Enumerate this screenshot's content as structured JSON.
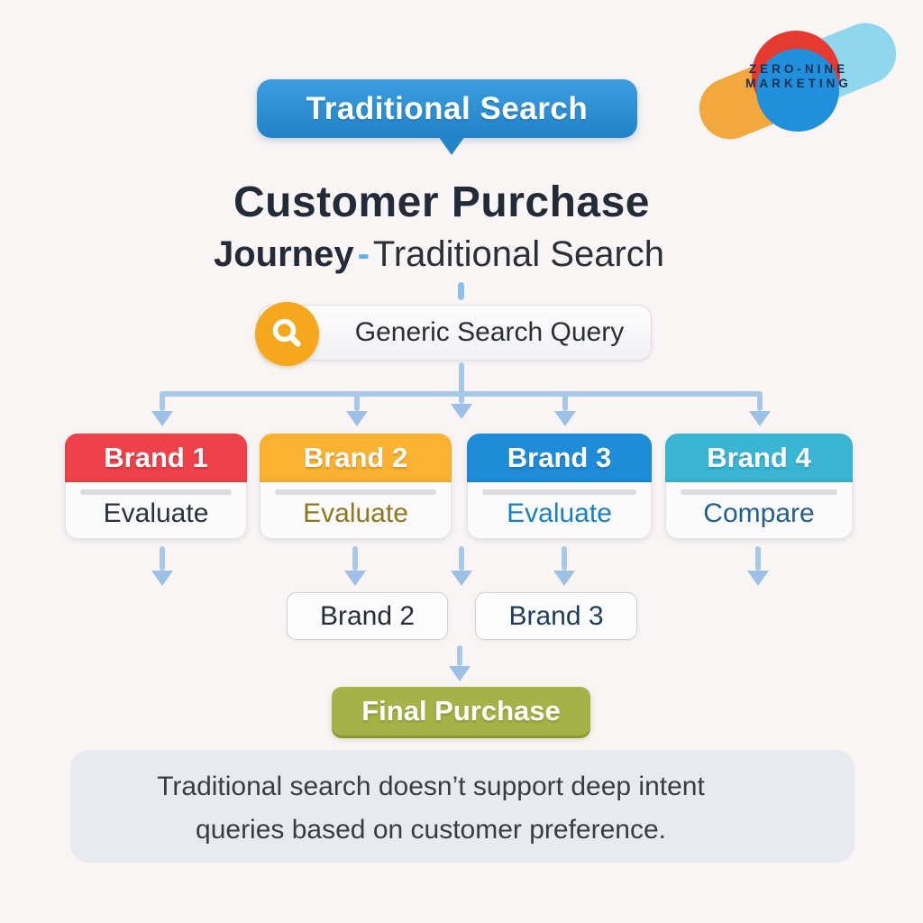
{
  "logo": {
    "line1": "ZERO-NINE",
    "line2": "MARKETING"
  },
  "banner": {
    "label": "Traditional Search",
    "color": "#2e8fd3"
  },
  "title": {
    "line1": "Customer Purchase",
    "line2_bold": "Journey",
    "separator": "-",
    "line2_rest": "Traditional Search"
  },
  "search": {
    "icon": "magnifier-icon",
    "icon_color": "#f5a71d",
    "query": "Generic Search Query"
  },
  "brands": [
    {
      "name": "Brand 1",
      "action": "Evaluate",
      "header_color": "#ee4149",
      "action_color": "#2b313c"
    },
    {
      "name": "Brand 2",
      "action": "Evaluate",
      "header_color": "#fbb231",
      "action_color": "#8e771f"
    },
    {
      "name": "Brand 3",
      "action": "Evaluate",
      "header_color": "#1e8cd8",
      "action_color": "#1a7fc2"
    },
    {
      "name": "Brand 4",
      "action": "Compare",
      "header_color": "#3ab6d4",
      "action_color": "#225f8c"
    }
  ],
  "shortlist": [
    {
      "name": "Brand 2",
      "text_color": "#272c35"
    },
    {
      "name": "Brand 3",
      "text_color": "#1c3c5e"
    }
  ],
  "final_purchase": {
    "label": "Final Purchase",
    "color": "#a5b248"
  },
  "footnote": {
    "line1": "Traditional search doesn’t support deep intent",
    "line2": "queries based on customer preference."
  },
  "connector_color": "#a8c8ea"
}
